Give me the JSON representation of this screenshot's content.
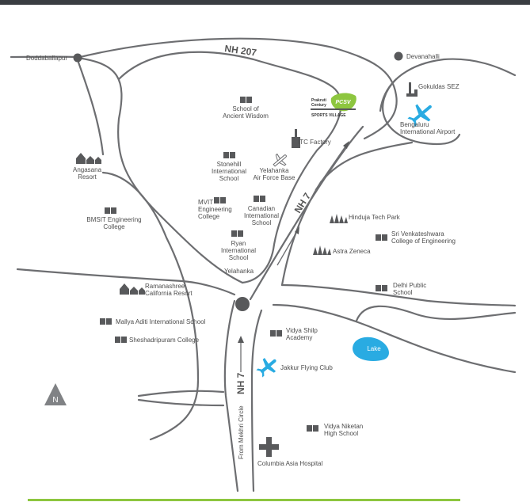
{
  "map": {
    "highways": {
      "nh207": "NH 207",
      "nh7_upper": "NH 7",
      "nh7_lower": "NH 7"
    },
    "roads": {
      "from_mekhri": "From Mekhri Circle"
    },
    "places": {
      "doddaballapur": "Doddaballapur",
      "devanahalli": "Devanahalli",
      "gokuldas": "Gokuldas SEZ",
      "airport_l1": "Bengaluru",
      "airport_l2": "International Airport",
      "school_ancient_l1": "School of",
      "school_ancient_l2": "Ancient Wisdom",
      "itc": "ITC Factory",
      "stonehill_l1": "Stonehill",
      "stonehill_l2": "International",
      "stonehill_l3": "School",
      "airforce_l1": "Yelahanka",
      "airforce_l2": "Air Force Base",
      "angasana_l1": "Angasana",
      "angasana_l2": "Resort",
      "mvit_l1": "MVIT",
      "mvit_l2": "Engineering",
      "mvit_l3": "College",
      "canadian_l1": "Canadian",
      "canadian_l2": "International",
      "canadian_l3": "School",
      "bmsit_l1": "BMSIT Engineering",
      "bmsit_l2": "College",
      "hinduja": "Hinduja Tech Park",
      "srivenk_l1": "Sri Venkateshwara",
      "srivenk_l2": "College of Engineering",
      "ryan_l1": "Ryan",
      "ryan_l2": "International",
      "ryan_l3": "School",
      "astra": "Astra Zeneca",
      "yelahanka": "Yelahanka",
      "delhi_l1": "Delhi Public",
      "delhi_l2": "School",
      "ramanashree_l1": "Ramanashree",
      "ramanashree_l2": "California Resort",
      "mallya": "Mallya Aditi International School",
      "vidyashilp_l1": "Vidya Shilp",
      "vidyashilp_l2": "Academy",
      "sheshadri": "Sheshadripuram College",
      "lake": "Lake",
      "jakkur": "Jakkur Flying Club",
      "vidyaniketan_l1": "Vidya Niketan",
      "vidyaniketan_l2": "High School",
      "columbia": "Columbia Asia Hospital"
    },
    "project_logo": {
      "line1": "Prakruti",
      "line2": "Century",
      "badge": "PCSV",
      "name": "SPORTS VILLAGE"
    },
    "north": "N",
    "colors": {
      "road": "#6d6e71",
      "airport": "#29abe2",
      "lake": "#29abe2",
      "logo_green": "#8dc63f",
      "top_bar": "#3a3d42"
    }
  }
}
